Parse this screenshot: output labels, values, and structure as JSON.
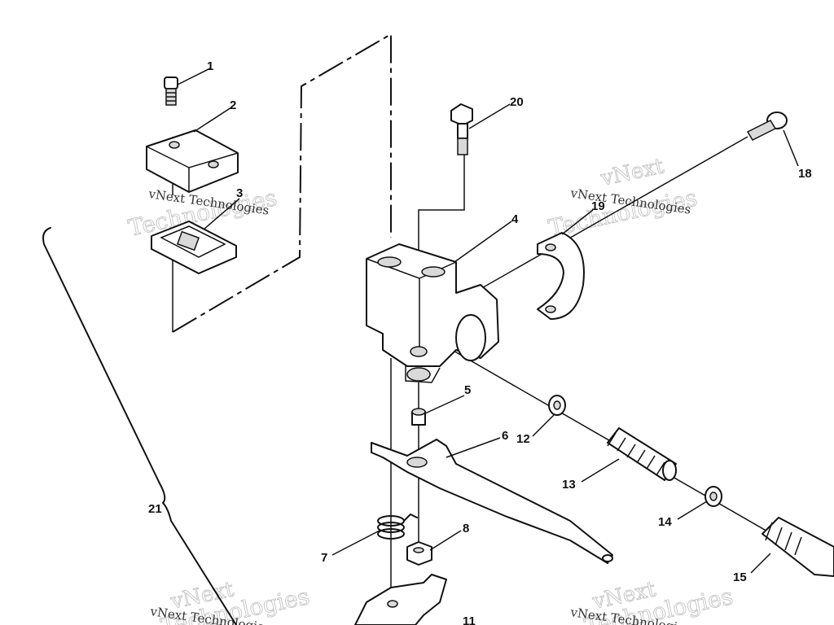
{
  "callouts": {
    "c1": "1",
    "c2": "2",
    "c3": "3",
    "c4": "4",
    "c5": "5",
    "c6": "6",
    "c7": "7",
    "c8": "8",
    "c11": "11",
    "c12": "12",
    "c13": "13",
    "c14": "14",
    "c15": "15",
    "c18": "18",
    "c19": "19",
    "c20": "20",
    "c21": "21"
  },
  "watermark": {
    "line1": "vNext",
    "line2": "Technologies",
    "caption": "vNext Technologies"
  }
}
